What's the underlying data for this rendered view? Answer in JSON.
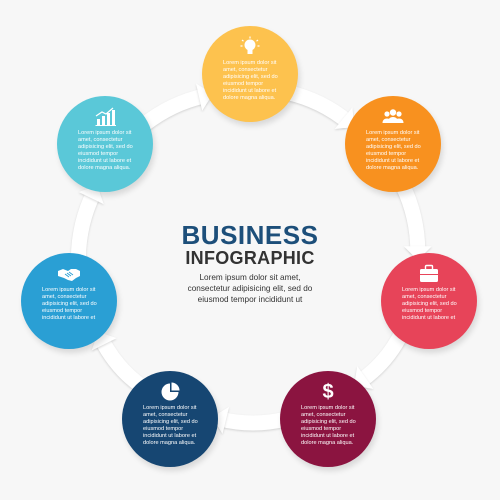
{
  "title": "BUSINESS",
  "subtitle": "INFOGRAPHIC",
  "description": "Lorem ipsum dolor sit amet,\nconsectetur adipisicing elit, sed do\neiusmod tempor incididunt ut",
  "steps": [
    {
      "color": "#fdc24e",
      "icon": "lightbulb-icon",
      "text": "Lorem ipsum dolor sit\namet, consectetur\nadipisicing elit, sed do\neiusmod tempor\nincididunt ut labore et\ndolore magna aliqua."
    },
    {
      "color": "#f8911f",
      "icon": "people-icon",
      "text": "Lorem ipsum dolor sit\namet, consectetur\nadipisicing elit, sed do\neiusmod tempor\nincididunt ut labore et\ndolore magna aliqua."
    },
    {
      "color": "#e74459",
      "icon": "briefcase-icon",
      "text": "Lorem ipsum dolor sit\namet, consectetur\nadipisicing elit, sed do\neiusmod tempor\nincididunt ut labore et"
    },
    {
      "color": "#8b1440",
      "icon": "dollar-icon",
      "text": "Lorem ipsum dolor sit\namet, consectetur\nadipisicing elit, sed do\neiusmod tempor\nincididunt ut labore et\ndolore magna aliqua."
    },
    {
      "color": "#164672",
      "icon": "pie-chart-icon",
      "text": "Lorem ipsum dolor sit\namet, consectetur\nadipisicing elit, sed do\neiusmod tempor\nincididunt ut labore et\ndolore magna aliqua."
    },
    {
      "color": "#2a9fd4",
      "icon": "handshake-icon",
      "text": "Lorem ipsum dolor sit\namet, consectetur\nadipisicing elit, sed do\neiusmod tempor\nincididunt ut labore et"
    },
    {
      "color": "#5ac8d8",
      "icon": "bar-chart-icon",
      "text": "Lorem ipsum dolor sit\namet, consectetur\nadipisicing elit, sed do\neiusmod tempor\nincididunt ut labore et\ndolore magna aliqua."
    }
  ]
}
